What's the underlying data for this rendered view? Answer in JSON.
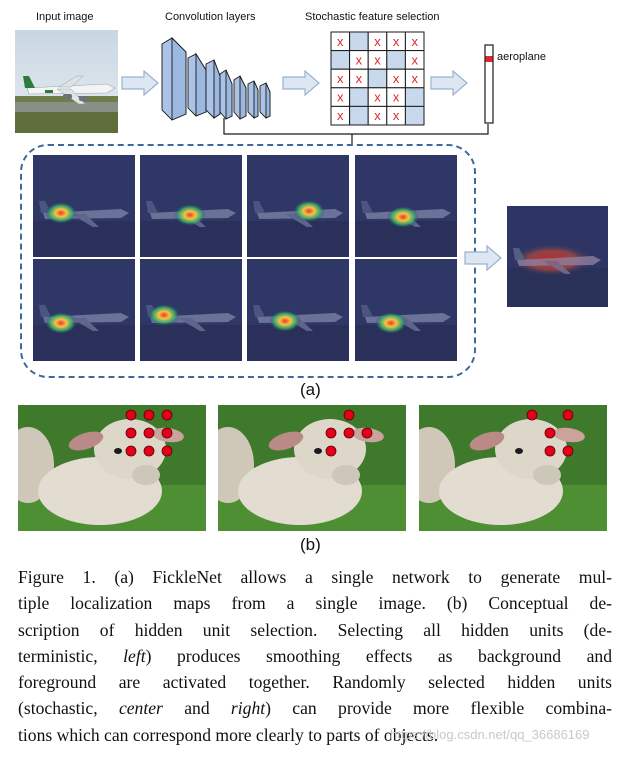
{
  "figure": {
    "labels": {
      "input_image": "Input image",
      "convolution_layers": "Convolution layers",
      "stochastic_selection": "Stochastic feature selection",
      "class_label": "aeroplane",
      "panel_a": "(a)",
      "panel_b": "(b)"
    },
    "selection_grid": [
      [
        "x",
        "",
        "x",
        "x",
        "x"
      ],
      [
        "",
        "x",
        "x",
        "",
        "x"
      ],
      [
        "x",
        "x",
        "",
        "x",
        "x"
      ],
      [
        "x",
        "",
        "x",
        "x",
        ""
      ],
      [
        "x",
        "",
        "x",
        "x",
        ""
      ]
    ],
    "colors": {
      "arrow_fill": "#dce7f3",
      "arrow_stroke": "#9bb2cc",
      "conv_block": "#aac3e6",
      "cell_fill": "#c8d9ee",
      "x_mark": "#e0262d",
      "dashed_border": "#3e6a9b",
      "dot_red": "#e4001b"
    },
    "heatmap_thumbnails": 8
  },
  "caption": {
    "lines": [
      [
        "Figure 1.  (a) FickleNet allows a single network to generate mul-"
      ],
      [
        "tiple localization maps from a single image. (b) Conceptual de-"
      ],
      [
        "scription of hidden unit selection. Selecting all hidden units (de-"
      ],
      [
        "terministic, ",
        "left",
        ") produces smoothing effects as background and"
      ],
      [
        "foreground are activated together. Randomly selected hidden units"
      ],
      [
        "(stochastic, ",
        "center",
        " and ",
        "right",
        ") can provide more flexible combina-"
      ],
      [
        "tions which can correspond more clearly to parts of objects."
      ]
    ]
  },
  "watermark": "https://blog.csdn.net/qq_36686169"
}
